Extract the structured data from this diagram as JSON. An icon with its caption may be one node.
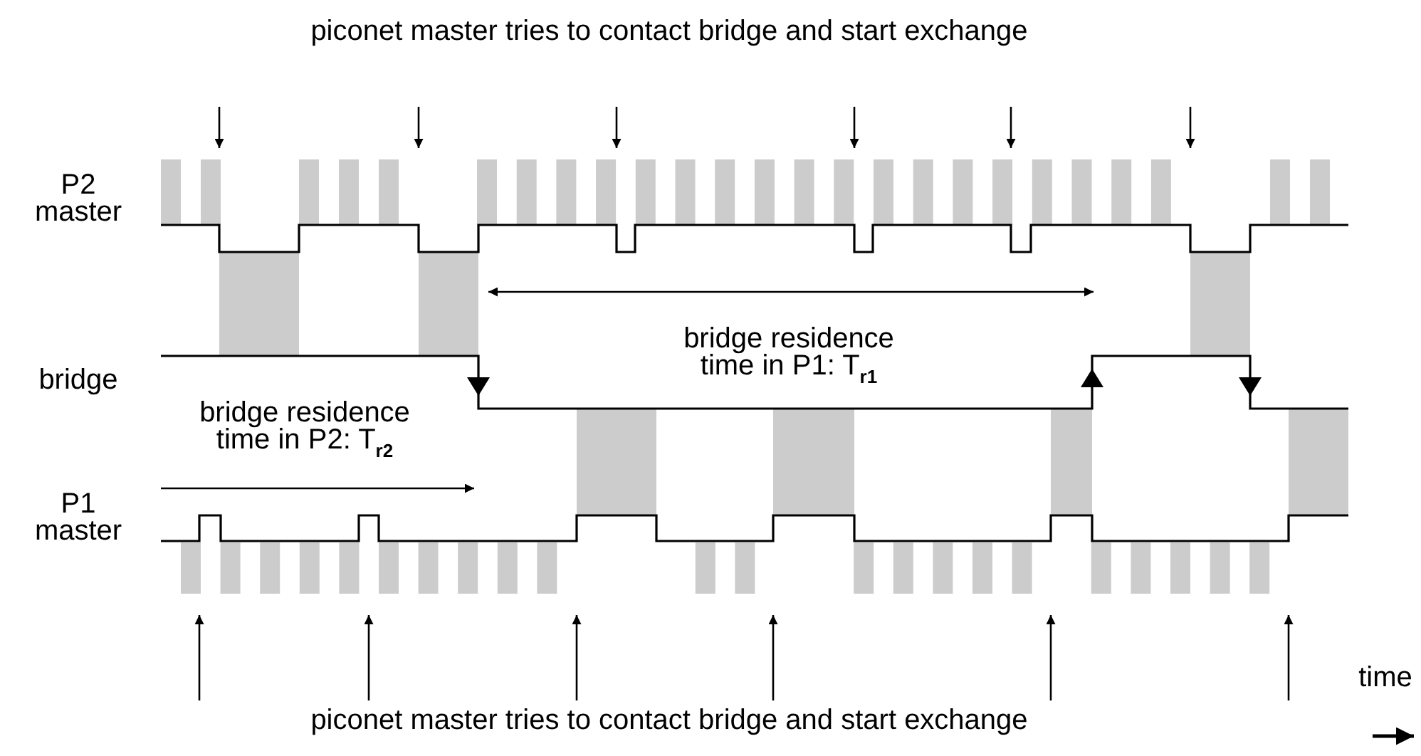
{
  "diagram": {
    "labels": [
      "piconet master tries to contact bridge and start exchange",
      "P2 master",
      "bridge residence time in P1: T$_{r1}$",
      "bridge",
      "bridge residence time in P2: T$_{r2}$",
      "P1 master",
      "time",
      "piconet master tries to contact bridge and start exchange"
    ]
  }
}
